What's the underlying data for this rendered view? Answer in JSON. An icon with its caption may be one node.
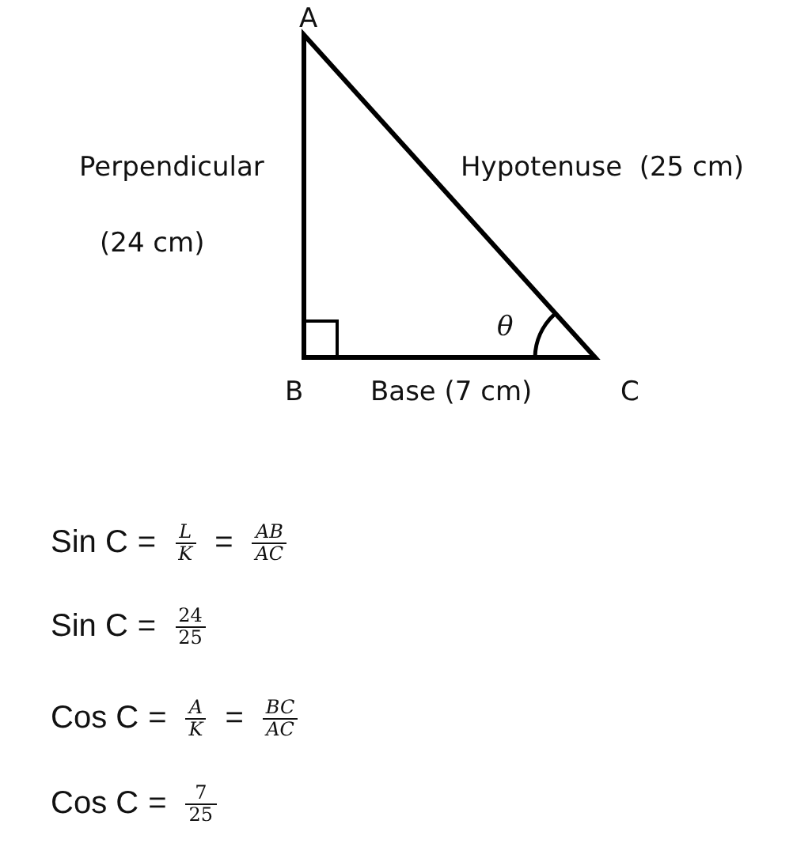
{
  "diagram": {
    "labels": [
      "A",
      "Perpendicular",
      "Hypotenuse  (25 cm)",
      "(24 cm)",
      "θ",
      "B",
      "Base (7 cm)",
      "C",
      "Sin C",
      "=",
      "L",
      "K",
      "=",
      "AB",
      "AC",
      "Sin C",
      "=",
      "24",
      "25",
      "Cos C",
      "=",
      "A",
      "K",
      "=",
      "BC",
      "AC",
      "Cos C",
      "=",
      "7",
      "25"
    ]
  }
}
